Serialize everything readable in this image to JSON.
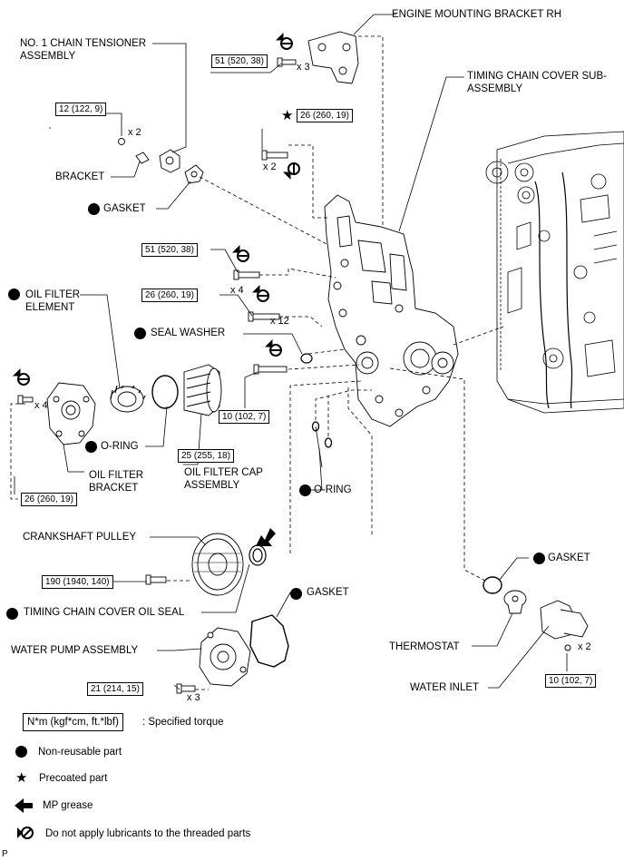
{
  "labels": {
    "engine_mounting_bracket_rh": "ENGINE MOUNTING BRACKET RH",
    "chain_tensioner": "NO. 1 CHAIN TENSIONER ASSEMBLY",
    "timing_chain_cover": "TIMING CHAIN COVER SUB-ASSEMBLY",
    "bracket": "BRACKET",
    "gasket_tensioner": "GASKET",
    "oil_filter_element": "OIL FILTER ELEMENT",
    "seal_washer": "SEAL WASHER",
    "o_ring_filter": "O-RING",
    "oil_filter_bracket": "OIL FILTER BRACKET",
    "oil_filter_cap": "OIL FILTER CAP ASSEMBLY",
    "o_ring_cover": "O-RING",
    "crankshaft_pulley": "CRANKSHAFT PULLEY",
    "gasket_thermostat": "GASKET",
    "timing_chain_cover_oil_seal": "TIMING CHAIN COVER OIL SEAL",
    "gasket_water_pump": "GASKET",
    "water_pump": "WATER PUMP ASSEMBLY",
    "thermostat": "THERMOSTAT",
    "water_inlet": "WATER INLET"
  },
  "torques": {
    "t_51_a": "51 (520, 38)",
    "t_12": "12 (122, 9)",
    "t_26_a": "26 (260, 19)",
    "t_51_b": "51 (520, 38)",
    "t_26_b": "26 (260, 19)",
    "t_10_a": "10 (102, 7)",
    "t_25": "25 (255, 18)",
    "t_26_c": "26 (260, 19)",
    "t_190": "190 (1940, 140)",
    "t_21": "21 (214, 15)",
    "t_10_b": "10 (102, 7)"
  },
  "quantities": {
    "q_bracket_bolts": "x 3",
    "q_tensioner_nuts": "x 2",
    "q_cover_bolts_2": "x 2",
    "q_cover_bolts_4": "x 4",
    "q_cover_bolts_12": "x 12",
    "q_filter_bracket_bolts": "x 4",
    "q_water_pump_bolts": "x 3",
    "q_water_inlet_nuts": "x 2"
  },
  "legend": {
    "torque_box": "N*m (kgf*cm, ft.*lbf)",
    "torque_text": ": Specified torque",
    "non_reusable": "Non-reusable part",
    "precoated": "Precoated part",
    "mp_grease": "MP grease",
    "no_lubricant": "Do not apply lubricants to the threaded parts"
  },
  "corner_mark": "P"
}
